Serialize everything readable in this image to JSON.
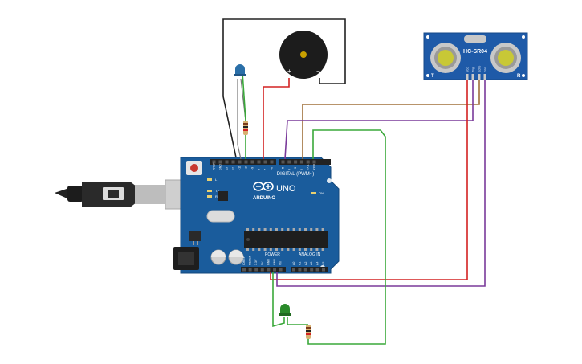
{
  "board": {
    "brand": "ARDUINO",
    "model": "UNO",
    "digital_label": "DIGITAL (PWM~)",
    "power_label": "POWER",
    "analog_label": "ANALOG IN",
    "led_labels": [
      "L",
      "TX",
      "RX"
    ],
    "on_label": "ON",
    "top_header_pins": [
      "AREF",
      "GND",
      "13",
      "12",
      "~11",
      "~10",
      "~9",
      "8",
      "7",
      "~6",
      "~5",
      "4",
      "~3",
      "2",
      "TX 1",
      "RX 0"
    ],
    "power_pins": [
      "IOREF",
      "RESET",
      "3.3V",
      "5V",
      "GND",
      "GND",
      "Vin"
    ],
    "analog_pins": [
      "A0",
      "A1",
      "A2",
      "A3",
      "A4",
      "A5"
    ]
  },
  "sensor": {
    "name": "HC-SR04",
    "pins": [
      "Vcc",
      "Trig",
      "Echo",
      "Gnd"
    ],
    "left_mark": "T",
    "right_mark": "R"
  },
  "buzzer": {
    "plus": "+",
    "minus": "−"
  },
  "colors": {
    "board": "#1a5c9c",
    "wire_red": "#d32222",
    "wire_black": "#222222",
    "wire_green": "#3aa83a",
    "wire_brown": "#a0703a",
    "wire_purple": "#7a3a9a",
    "led_blue": "#2a6fa8",
    "led_green": "#2a8a2a",
    "sensor": "#1e5aa8"
  }
}
